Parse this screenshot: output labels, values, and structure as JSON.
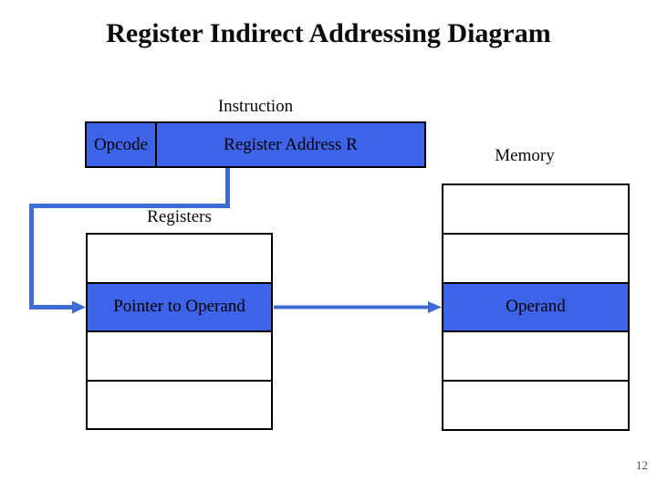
{
  "slide": {
    "title": "Register Indirect Addressing Diagram",
    "page_number": "12"
  },
  "instruction": {
    "label": "Instruction",
    "opcode": "Opcode",
    "register_address": "Register Address R"
  },
  "registers": {
    "label": "Registers",
    "rows": [
      "",
      "Pointer to Operand",
      "",
      ""
    ],
    "highlighted_row": 1
  },
  "memory": {
    "label": "Memory",
    "rows": [
      "",
      "",
      "Operand",
      "",
      ""
    ],
    "highlighted_row": 2
  },
  "colors": {
    "box_fill": "#3D64E8",
    "connector": "#3F6BD7",
    "border": "#000000",
    "page_number_text": "#4e4e4e"
  }
}
